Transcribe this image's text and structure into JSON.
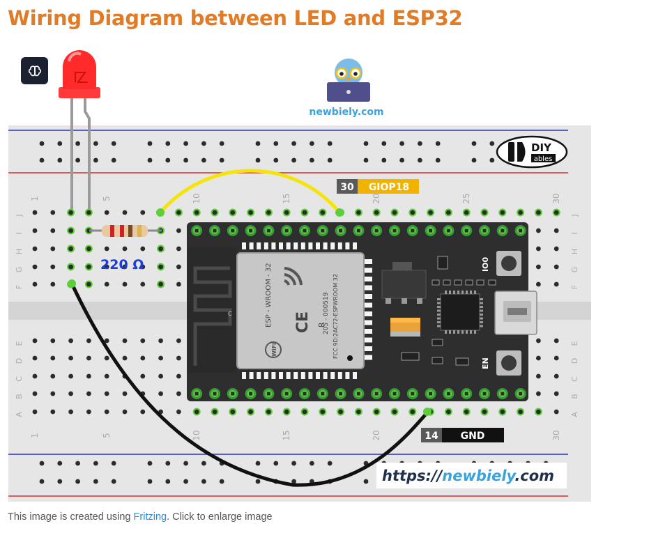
{
  "page": {
    "title": "Wiring Diagram between LED and ESP32",
    "title_color": "#e07b28",
    "caption": {
      "before": "This image is created using ",
      "link": "Fritzing",
      "after": ". Click to enlarge image",
      "link_color": "#2c8bd6"
    }
  },
  "ai_button": {
    "icon": "brain-icon"
  },
  "diagram": {
    "logo_newbiely": "newbiely.com",
    "logo_diy": "DIY",
    "logo_ables": "ables",
    "url_watermark": {
      "prefix": "https://",
      "brand": "newbiely",
      "suffix": ".com"
    },
    "resistor_label": "220 Ω",
    "pin_top": {
      "number": "30",
      "name": "GIOP18"
    },
    "pin_bottom": {
      "number": "14",
      "name": "GND"
    },
    "row_letters_top": [
      "J",
      "I",
      "H",
      "G",
      "F"
    ],
    "row_letters_bottom": [
      "E",
      "D",
      "C",
      "B",
      "A"
    ],
    "column_numbers": [
      "1",
      "5",
      "10",
      "15",
      "20",
      "25",
      "30"
    ],
    "module_text": {
      "wroom": "ESP - WROOM - 32",
      "ce": "CE",
      "r_mark": "R",
      "cert": "205 - 000519",
      "fcc": "FCC 9D:2AC72-ESPWROOM 32",
      "wifi": "WiFi",
      "c_mark": "C",
      "io0": "IO0",
      "en": "EN"
    },
    "colors": {
      "breadboard": "#e6e6e6",
      "rail_red": "#d92b2b",
      "rail_blue": "#2b35b8",
      "pin_green": "#5fce3b",
      "pcb": "#2e2e2e",
      "wire_yellow": "#f5e40a",
      "wire_black": "#111111",
      "led_red": "#ff2a2a",
      "pin_label_bg": "#f2b200",
      "resistor_label": "#1d3dd8"
    }
  }
}
